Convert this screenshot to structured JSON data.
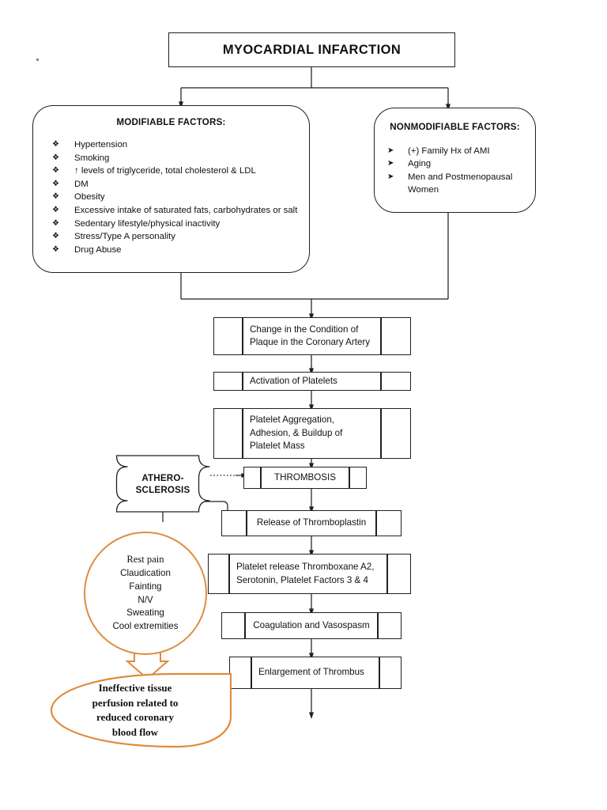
{
  "diagram": {
    "title": "MYOCARDIAL INFARCTION",
    "type": "flowchart",
    "accent_color": "#E08B3C",
    "line_color": "#231f20"
  },
  "modifiable": {
    "heading": "MODIFIABLE FACTORS:",
    "bullet_glyph": "❖",
    "items": [
      "Hypertension",
      "Smoking",
      "↑ levels of triglyceride, total cholesterol & LDL",
      "DM",
      "Obesity",
      "Excessive intake of saturated fats, carbohydrates or salt",
      "Sedentary lifestyle/physical inactivity",
      "Stress/Type A personality",
      "Drug Abuse"
    ]
  },
  "nonmodifiable": {
    "heading": "NONMODIFIABLE FACTORS:",
    "bullet_glyph": "➤",
    "items": [
      "(+) Family Hx of AMI",
      "Aging",
      "Men and Postmenopausal Women"
    ]
  },
  "process_steps": [
    {
      "label": "Change in the Condition of Plaque in the Coronary Artery",
      "align": "left"
    },
    {
      "label": "Activation of Platelets",
      "align": "left"
    },
    {
      "label": "Platelet Aggregation, Adhesion, & Buildup of Platelet Mass",
      "align": "left"
    },
    {
      "label": "THROMBOSIS",
      "align": "center"
    },
    {
      "label": "Release of Thromboplastin",
      "align": "center"
    },
    {
      "label": "Platelet release Thromboxane A2, Serotonin, Platelet Factors 3 & 4",
      "align": "left"
    },
    {
      "label": "Coagulation and Vasospasm",
      "align": "center"
    },
    {
      "label": "Enlargement of Thrombus",
      "align": "left"
    }
  ],
  "atherosclerosis": {
    "label": "ATHERO-SCLEROSIS",
    "line1": "ATHERO-",
    "line2": "SCLEROSIS"
  },
  "symptoms": {
    "items": [
      "Rest pain",
      "Claudication",
      "Fainting",
      "N/V",
      "Sweating",
      "Cool extremities"
    ]
  },
  "diagnosis": {
    "text": "Ineffective tissue perfusion related to reduced coronary blood flow",
    "line1": "Ineffective tissue",
    "line2": "perfusion related to",
    "line3": "reduced coronary",
    "line4": "blood flow"
  }
}
